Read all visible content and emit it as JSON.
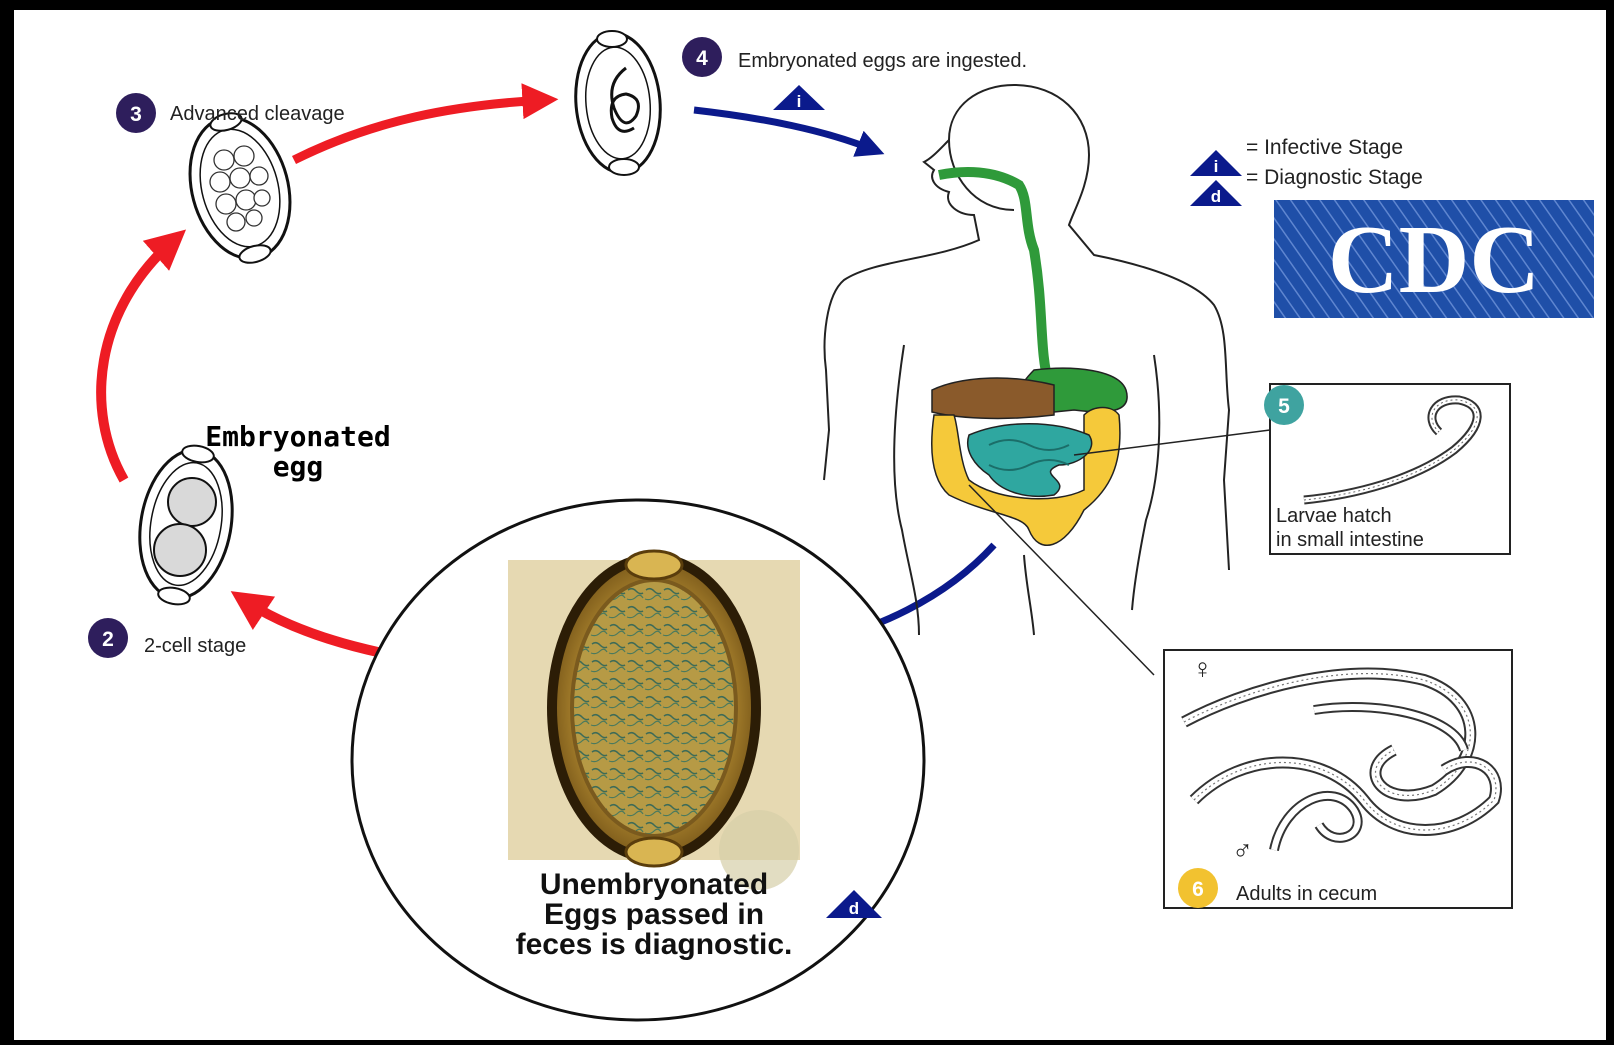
{
  "stages": {
    "s2": {
      "num": "2",
      "label": "2-cell stage"
    },
    "s3": {
      "num": "3",
      "label": "Advanced cleavage"
    },
    "s4": {
      "num": "4",
      "label": "Embryonated eggs are ingested."
    },
    "s5": {
      "num": "5",
      "label_line1": "Larvae hatch",
      "label_line2": "in small intestine"
    },
    "s6": {
      "num": "6",
      "label": "Adults in cecum"
    }
  },
  "embryonated_egg": {
    "line1": "Embryonated",
    "line2": "egg"
  },
  "diagnostic_text": {
    "line1": "Unembryonated",
    "line2": "Eggs passed in",
    "line3": "feces is diagnostic."
  },
  "legend": {
    "infective_letter": "i",
    "infective_label": "= Infective Stage",
    "diagnostic_letter": "d",
    "diagnostic_label": "= Diagnostic Stage"
  },
  "logo": {
    "text": "CDC"
  },
  "symbols": {
    "female": "♀",
    "male": "♂"
  },
  "colors": {
    "badge_purple": "#2e1e5c",
    "badge_teal": "#3fa3a0",
    "badge_yellow": "#f2c230",
    "arrow_red": "#ee1c24",
    "arrow_blue": "#0b1a8c",
    "esophagus_green": "#2f9a3a",
    "liver_brown": "#8a5a2b",
    "colon_yellow": "#f5c93a",
    "intestine_teal": "#2fa7a0",
    "cdc_blue": "#1f4fa8"
  }
}
